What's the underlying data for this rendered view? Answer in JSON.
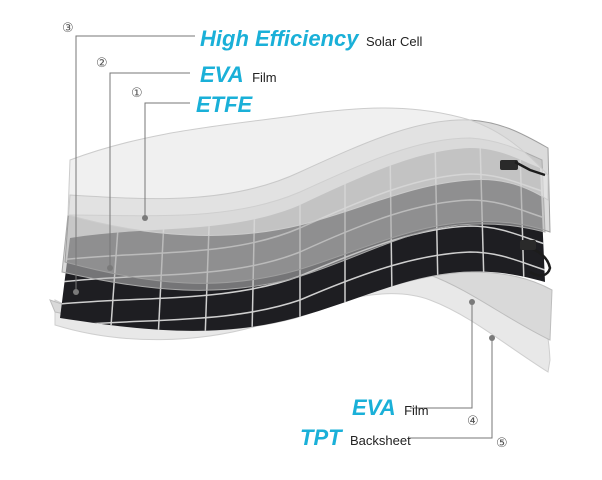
{
  "layers": [
    {
      "number": "①",
      "highlight": "ETFE",
      "suffix": ""
    },
    {
      "number": "②",
      "highlight": "EVA",
      "suffix": "Film"
    },
    {
      "number": "③",
      "highlight": "High Efficiency",
      "suffix": "Solar Cell"
    },
    {
      "number": "④",
      "highlight": "EVA",
      "suffix": "Film"
    },
    {
      "number": "⑤",
      "highlight": "TPT",
      "suffix": "Backsheet"
    }
  ],
  "colors": {
    "highlight": "#1ab0d8",
    "sheet_light": "#ececec",
    "sheet_mid": "#c9c9c9",
    "cell_dark": "#1e1e22",
    "cell_grid": "#cfcfcf"
  }
}
